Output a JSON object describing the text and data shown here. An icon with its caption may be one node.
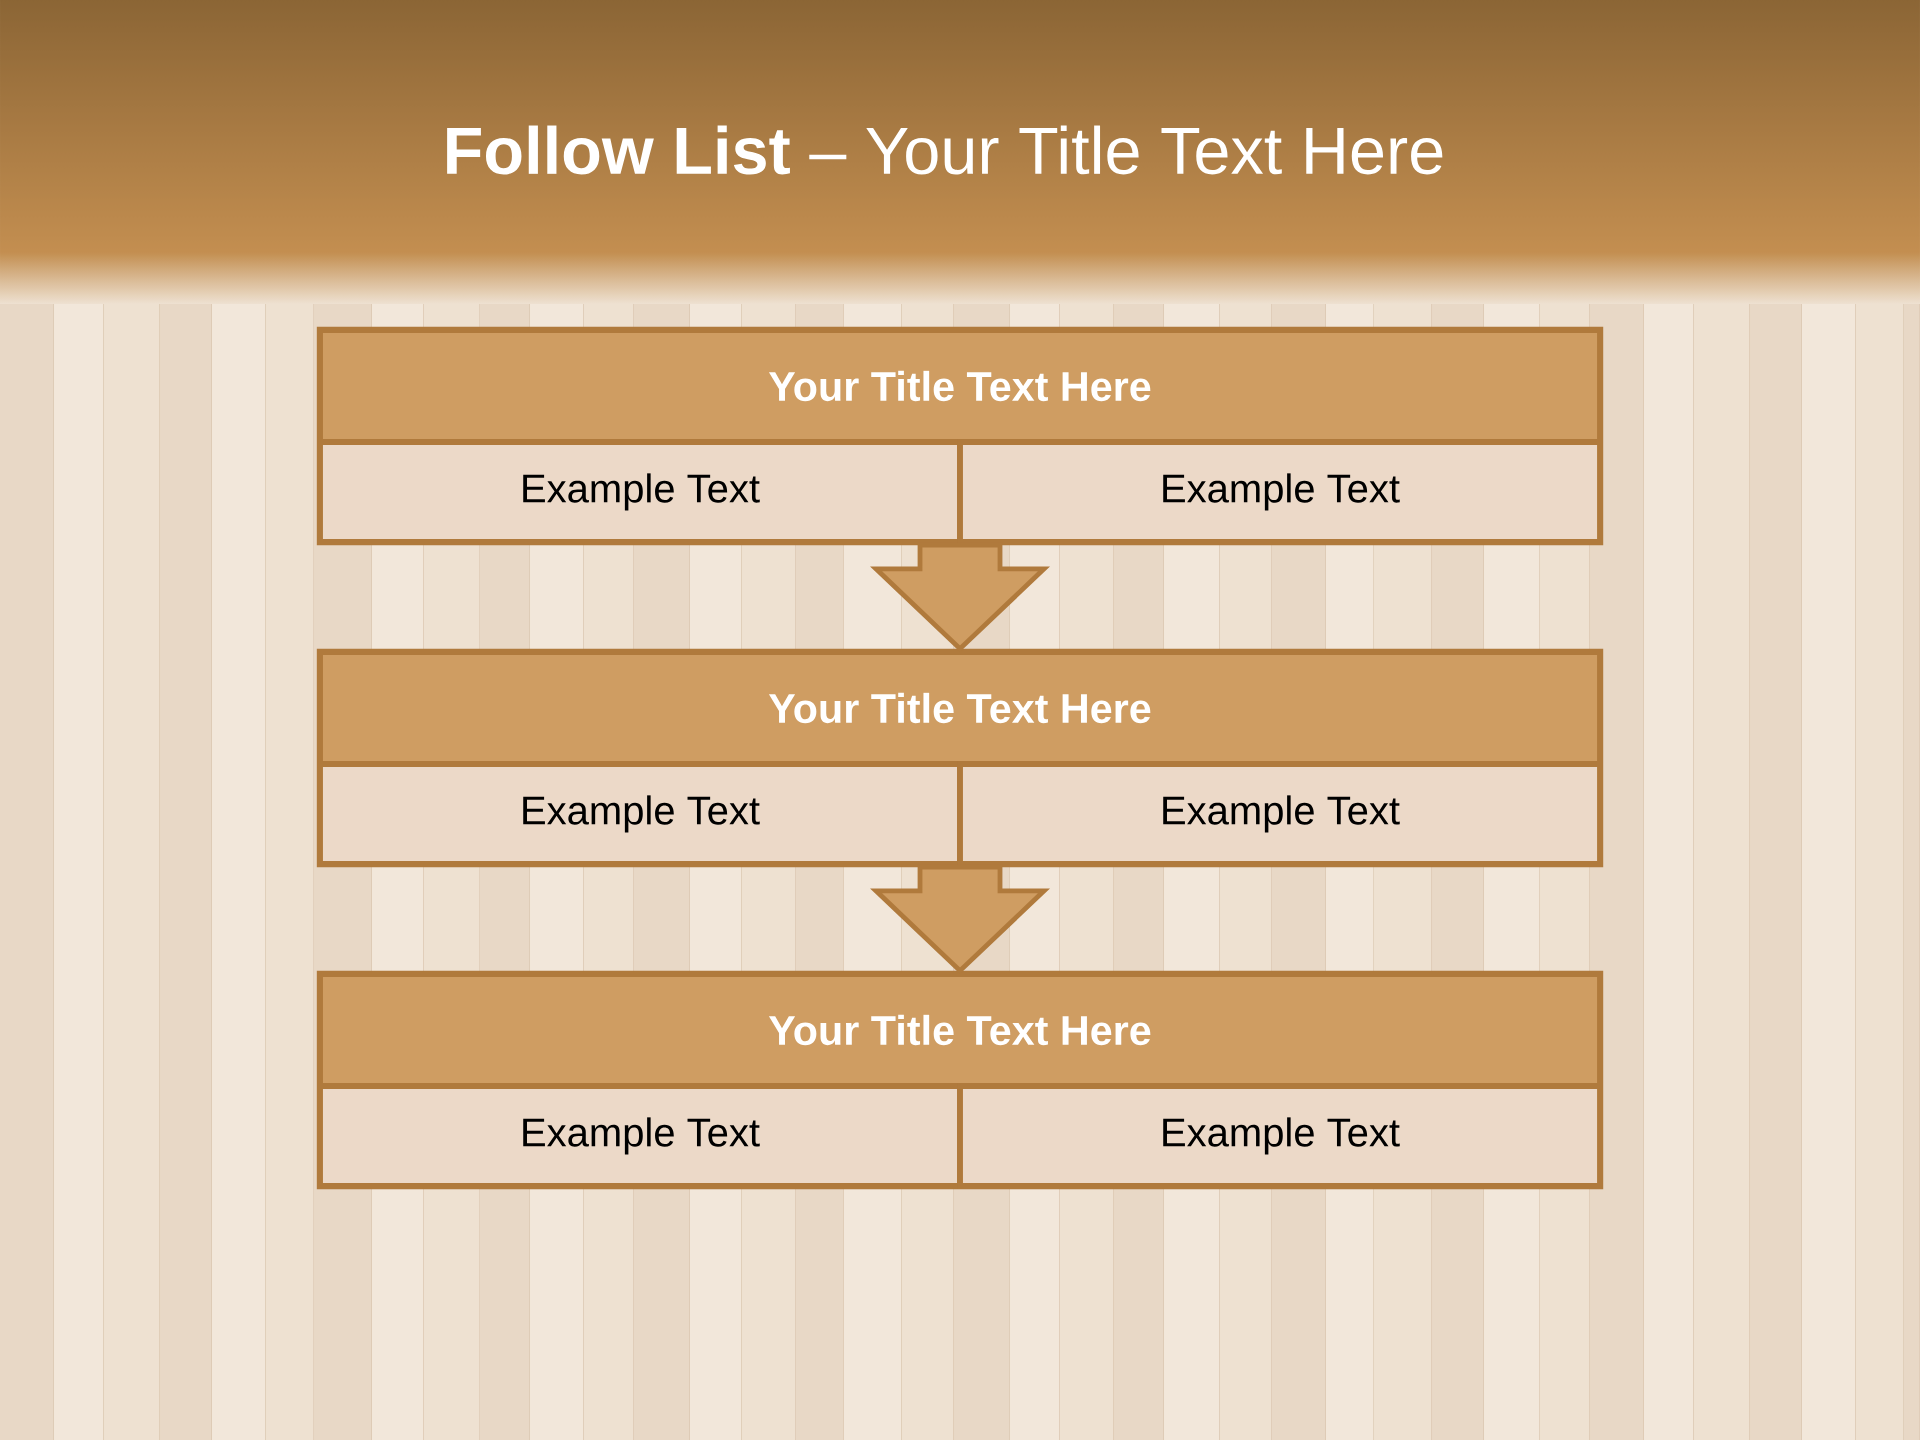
{
  "diagram": {
    "title": "**Follow List** – Your Title Text Here",
    "nodes": [
      {
        "text": [],
        "shape": "box"
      },
      {
        "text": [
          "Your Title Text Here"
        ],
        "in": 0
      },
      {
        "text": [
          "Example Text"
        ],
        "in": 0
      },
      {
        "text": [
          "Example Text"
        ],
        "in": 0
      },
      {
        "text": [],
        "shape": "box"
      },
      {
        "text": [
          "Your Title Text Here"
        ],
        "in": 4
      },
      {
        "text": [
          "Example Text"
        ],
        "in": 4
      },
      {
        "text": [
          "Example Text"
        ],
        "in": 4
      },
      {
        "text": [],
        "shape": "box"
      },
      {
        "text": [
          "Your Title Text Here"
        ],
        "in": 8
      },
      {
        "text": [
          "Example Text"
        ],
        "in": 8
      },
      {
        "text": [
          "Example Text"
        ],
        "in": 8
      }
    ],
    "edges": [
      {
        "from": 0,
        "to": 4,
        "arrow": "to"
      },
      {
        "from": 4,
        "to": 8,
        "arrow": "to"
      }
    ]
  }
}
